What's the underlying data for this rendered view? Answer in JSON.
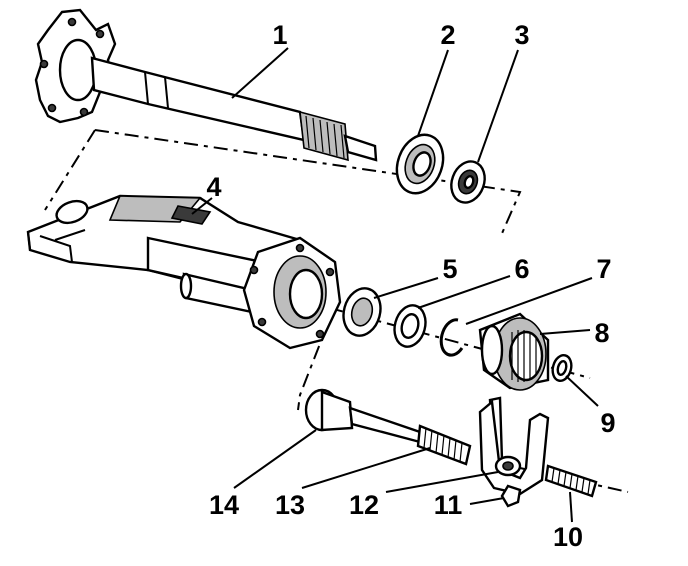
{
  "figure": {
    "callouts": [
      {
        "id": "1",
        "text": "1"
      },
      {
        "id": "2",
        "text": "2"
      },
      {
        "id": "3",
        "text": "3"
      },
      {
        "id": "4",
        "text": "4"
      },
      {
        "id": "5",
        "text": "5"
      },
      {
        "id": "6",
        "text": "6"
      },
      {
        "id": "7",
        "text": "7"
      },
      {
        "id": "8",
        "text": "8"
      },
      {
        "id": "9",
        "text": "9"
      },
      {
        "id": "10",
        "text": "10"
      },
      {
        "id": "11",
        "text": "11"
      },
      {
        "id": "12",
        "text": "12"
      },
      {
        "id": "13",
        "text": "13"
      },
      {
        "id": "14",
        "text": "14"
      }
    ]
  }
}
